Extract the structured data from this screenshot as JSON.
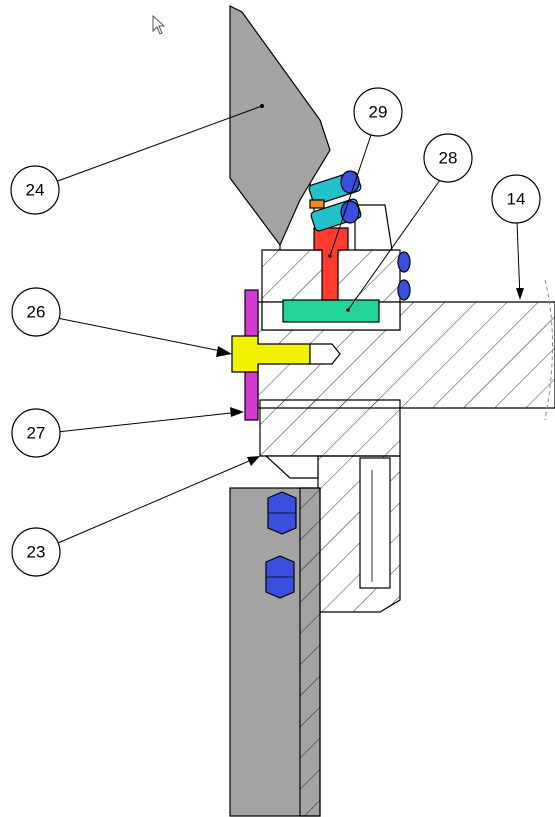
{
  "diagram": {
    "callouts": [
      {
        "id": "callout-24",
        "label": "24",
        "part": "top-blade"
      },
      {
        "id": "callout-29",
        "label": "29",
        "part": "cap-screw-set"
      },
      {
        "id": "callout-28",
        "label": "28",
        "part": "green-key"
      },
      {
        "id": "callout-14",
        "label": "14",
        "part": "main-arm"
      },
      {
        "id": "callout-26",
        "label": "26",
        "part": "yellow-pin"
      },
      {
        "id": "callout-27",
        "label": "27",
        "part": "magenta-washer"
      },
      {
        "id": "callout-23",
        "label": "23",
        "part": "holder-block"
      }
    ],
    "cursor": "arrow-cursor-icon",
    "colors": {
      "steel_gray": "#a3a3a3",
      "red_pin": "#ff3b30",
      "green_key": "#22d39a",
      "yellow_pin": "#f2f200",
      "magenta_washer": "#d43ad4",
      "blue_bolt": "#3a4fe0",
      "cyan_screw": "#22c3c8",
      "orange_screw": "#f28a1e",
      "outline": "#000000",
      "background": "#ffffff"
    }
  }
}
